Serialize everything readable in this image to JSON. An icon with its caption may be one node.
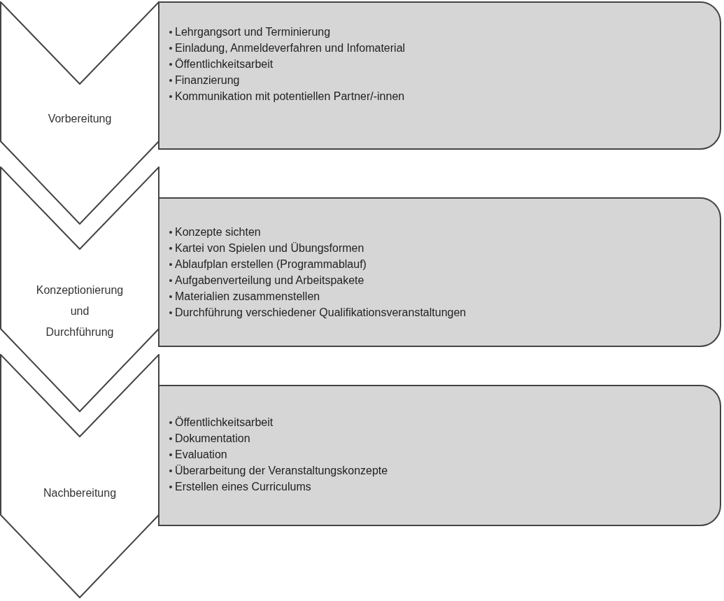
{
  "diagram": {
    "nodes": [
      {
        "text": [
          "Vorbereitung"
        ]
      },
      {
        "text": [
          "Lehrgangsort und Terminierung",
          "Einladung, Anmeldeverfahren und Infomaterial",
          "Öffentlichkeitsarbeit",
          "Finanzierung",
          "Kommunikation mit potentiellen Partner/-innen"
        ]
      },
      {
        "text": [
          "Konzeptionierung und Durchführung"
        ]
      },
      {
        "text": [
          "Konzepte sichten",
          "Kartei von Spielen und Übungsformen",
          "Ablaufplan erstellen (Programmablauf)",
          "Aufgabenverteilung und Arbeitspakete",
          "Materialien zusammenstellen",
          "Durchführung verschiedener Qualifikationsveranstaltungen"
        ]
      },
      {
        "text": [
          "Nachbereitung"
        ]
      },
      {
        "text": [
          "Öffentlichkeitsarbeit",
          "Dokumentation",
          "Evaluation",
          "Überarbeitung der Veranstaltungskonzepte",
          "Erstellen eines Curriculums"
        ]
      }
    ]
  }
}
